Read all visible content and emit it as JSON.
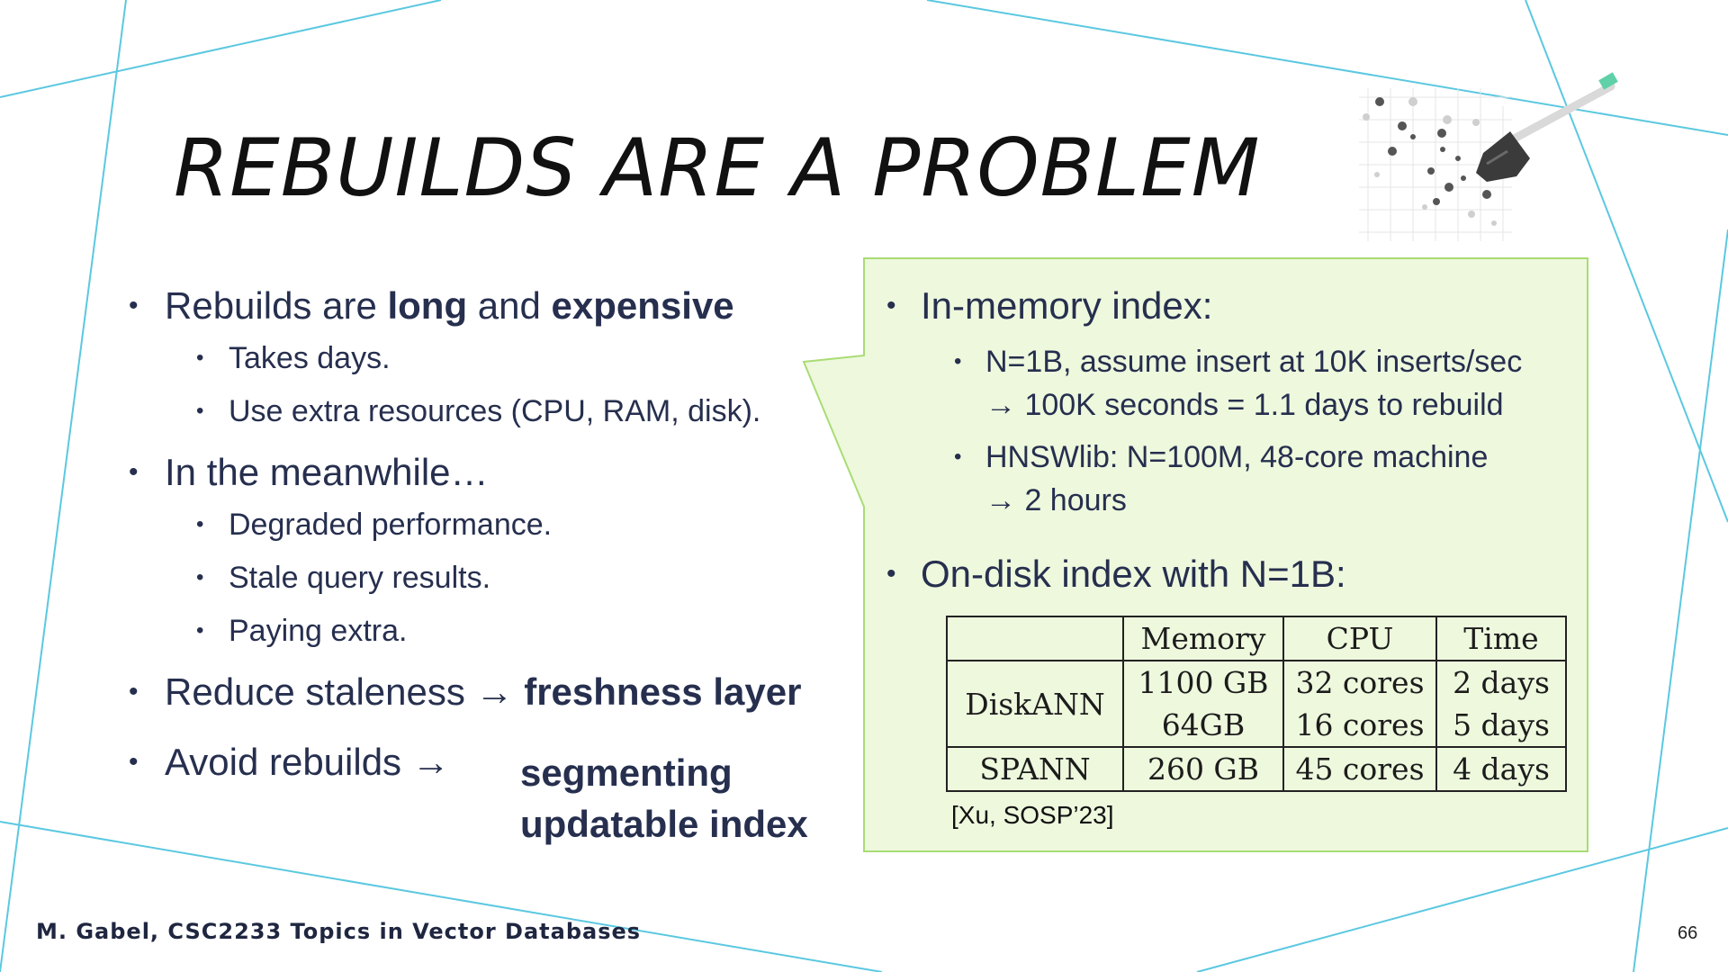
{
  "slide": {
    "title": "REBUILDS ARE A PROBLEM",
    "bullet_char": "•",
    "arrow": "→",
    "left": {
      "b1": {
        "pre": "Rebuilds are ",
        "bold1": "long",
        "mid": " and ",
        "bold2": "expensive"
      },
      "b1_sub": [
        "Takes days.",
        "Use extra resources (CPU, RAM, disk)."
      ],
      "b2": "In the meanwhile…",
      "b2_sub": [
        "Degraded performance.",
        "Stale query results.",
        "Paying extra."
      ],
      "b3": {
        "pre": "Reduce staleness ",
        "bold": "freshness layer"
      },
      "b4": {
        "pre": "Avoid rebuilds ",
        "bold_line1": "segmenting",
        "bold_line2": "updatable index"
      }
    },
    "right": {
      "b1": "In-memory index:",
      "b1_sub": [
        {
          "line1": "N=1B, assume insert at 10K inserts/sec",
          "line2": "100K seconds = 1.1 days to rebuild"
        },
        {
          "line1": "HNSWlib: N=100M, 48-core machine",
          "line2": "2 hours"
        }
      ],
      "b2": "On-disk index with N=1B:",
      "table": {
        "headers": [
          "",
          "Memory",
          "CPU",
          "Time"
        ],
        "diskann": {
          "name": "DiskANN",
          "memory": [
            "1100 GB",
            "64GB"
          ],
          "cpu": [
            "32 cores",
            "16 cores"
          ],
          "time": [
            "2 days",
            "5 days"
          ]
        },
        "spann": {
          "name": "SPANN",
          "memory": "260 GB",
          "cpu": "45 cores",
          "time": "4 days"
        }
      },
      "citation": "[Xu, SOSP’23]"
    },
    "footer": "M. Gabel, CSC2233 Topics in Vector Databases",
    "page_number": "66"
  },
  "colors": {
    "background_lines": "#5bc8e0",
    "callout_fill": "#eef8dd",
    "callout_border": "#a9dc74",
    "text": "#262f4e"
  },
  "icons": [
    "shovel-icon"
  ]
}
